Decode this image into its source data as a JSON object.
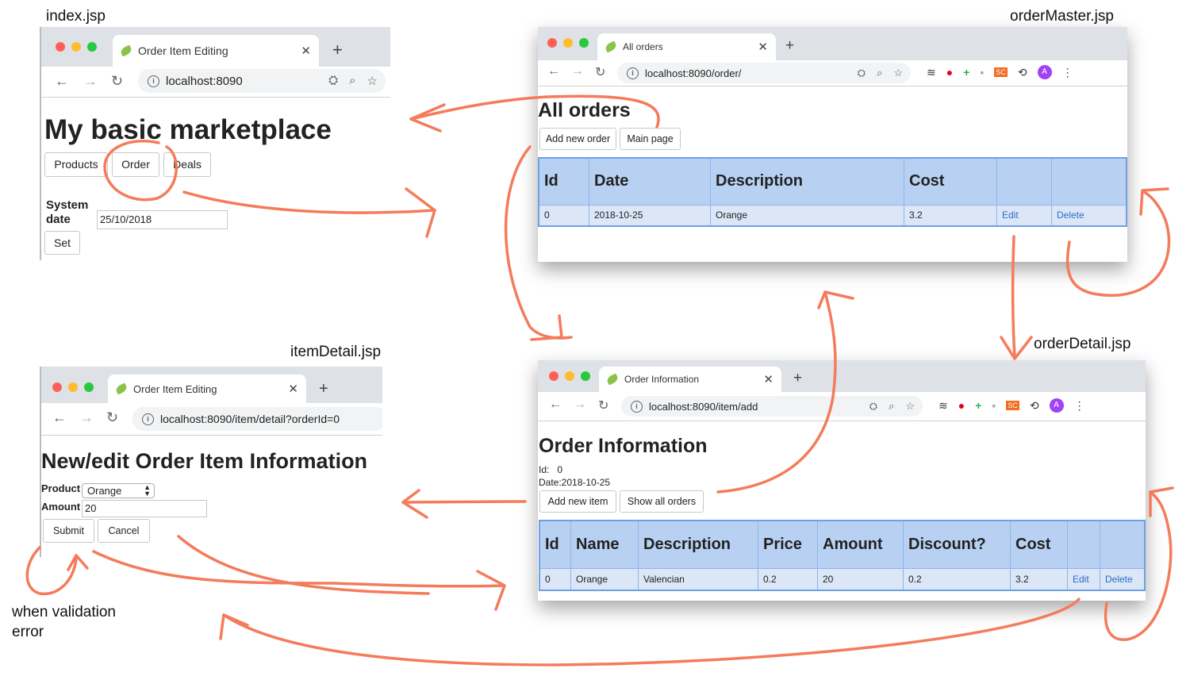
{
  "captions": {
    "index": "index.jsp",
    "order_master": "orderMaster.jsp",
    "item_detail": "itemDetail.jsp",
    "order_detail": "orderDetail.jsp",
    "validation_note": "when validation\nerror"
  },
  "index_page": {
    "tab_title": "Order Item Editing",
    "url": "localhost:8090",
    "heading": "My basic marketplace",
    "buttons": [
      "Products",
      "Order",
      "Deals"
    ],
    "system_date_label": "System\ndate",
    "system_date_value": "25/10/2018",
    "set_button": "Set"
  },
  "order_master_page": {
    "tab_title": "All orders",
    "url": "localhost:8090/order/",
    "heading": "All orders",
    "buttons": [
      "Add new order",
      "Main page"
    ],
    "columns": [
      "Id",
      "Date",
      "Description",
      "Cost",
      "",
      ""
    ],
    "rows": [
      [
        "0",
        "2018-10-25",
        "Orange",
        "3.2",
        "Edit",
        "Delete"
      ]
    ]
  },
  "item_detail_page": {
    "tab_title": "Order Item Editing",
    "url": "localhost:8090/item/detail?orderId=0",
    "heading": "New/edit Order Item Information",
    "product_label": "Product",
    "product_value": "Orange",
    "amount_label": "Amount",
    "amount_value": "20",
    "buttons": [
      "Submit",
      "Cancel"
    ]
  },
  "order_detail_page": {
    "tab_title": "Order Information",
    "url": "localhost:8090/item/add",
    "heading": "Order Information",
    "id_line": "Id:   0",
    "date_line": "Date:2018-10-25",
    "buttons": [
      "Add new item",
      "Show all orders"
    ],
    "columns": [
      "Id",
      "Name",
      "Description",
      "Price",
      "Amount",
      "Discount?",
      "Cost",
      "",
      ""
    ],
    "rows": [
      [
        "0",
        "Orange",
        "Valencian",
        "0.2",
        "20",
        "0.2",
        "3.2",
        "Edit",
        "Delete"
      ]
    ]
  },
  "colors": {
    "arrow": "#f47b5b",
    "table_header": "#b8d1f3",
    "table_row": "#dbe6f7",
    "table_border": "#6fa0e6",
    "link": "#2a6dc8"
  },
  "icons": [
    "back-arrow-icon",
    "forward-arrow-icon",
    "reload-icon",
    "info-icon",
    "zoom-icon",
    "star-icon",
    "close-icon",
    "new-tab-icon",
    "favicon-leaf-icon",
    "extension-icons",
    "menu-dots-icon"
  ]
}
